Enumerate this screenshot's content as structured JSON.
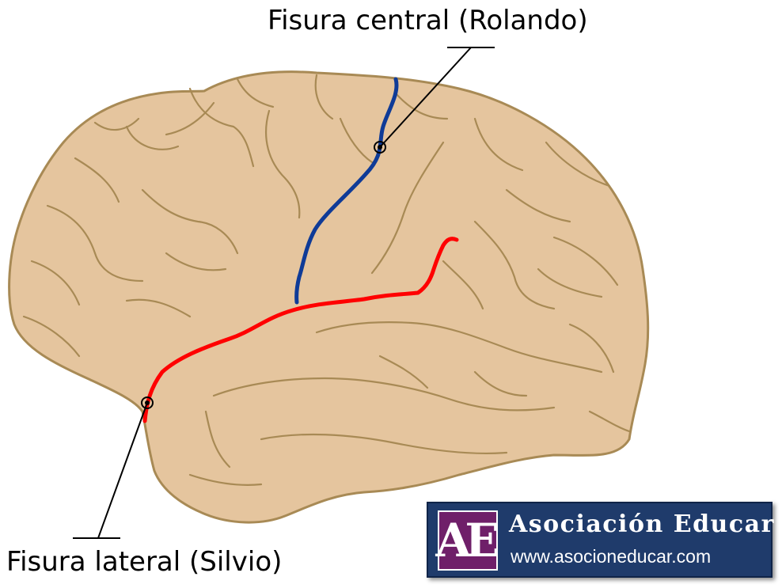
{
  "labels": {
    "central_fissure": "Fisura central (Rolando)",
    "lateral_fissure": "Fisura lateral (Silvio)"
  },
  "logo": {
    "initials": "AE",
    "name": "Asociación Educar",
    "url": "www.asocioneducar.com"
  },
  "colors": {
    "brain_fill": "#e5c59e",
    "brain_outline": "#a88a55",
    "sulcus": "#a88a55",
    "central_fissure_line": "#0f3b97",
    "lateral_fissure_line": "#ff0000",
    "callout_line": "#000000",
    "logo_background": "#1f3b6b",
    "logo_mark": "#6f1f69"
  },
  "icons": {
    "callout_marker": "ringed-dot"
  }
}
